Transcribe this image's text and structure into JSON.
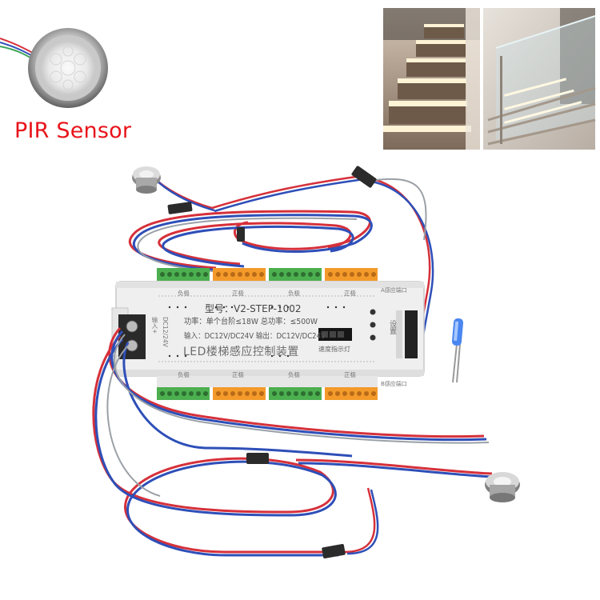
{
  "labels": {
    "pir_sensor": "PIR Sensor"
  },
  "controller": {
    "model": "型号：V2-STEP-1002",
    "power": "功率：单个台阶≤18W 总功率：≤500W",
    "io": "输入：DC12V/DC24V  输出：DC12V/DC24V",
    "title": "LED楼梯感应控制装置",
    "speed_indicator": "速度指示灯",
    "set_button": "设置",
    "input_label": "输入+",
    "voltage": "DC12/24V",
    "top_terminals": [
      "负极",
      "正极",
      "负极",
      "正极"
    ],
    "bottom_terminals": [
      "负极",
      "正极",
      "负极",
      "正极"
    ],
    "sensor_port_a": "A感应端口",
    "sensor_port_b": "B感应端口"
  },
  "colors": {
    "text_red": "#e8141b",
    "terminal_green": "#4caf50",
    "terminal_orange": "#f39a2b",
    "wire_red": "#d6303a",
    "wire_blue": "#2e4fb8",
    "wire_gray": "#9aa0a6"
  }
}
